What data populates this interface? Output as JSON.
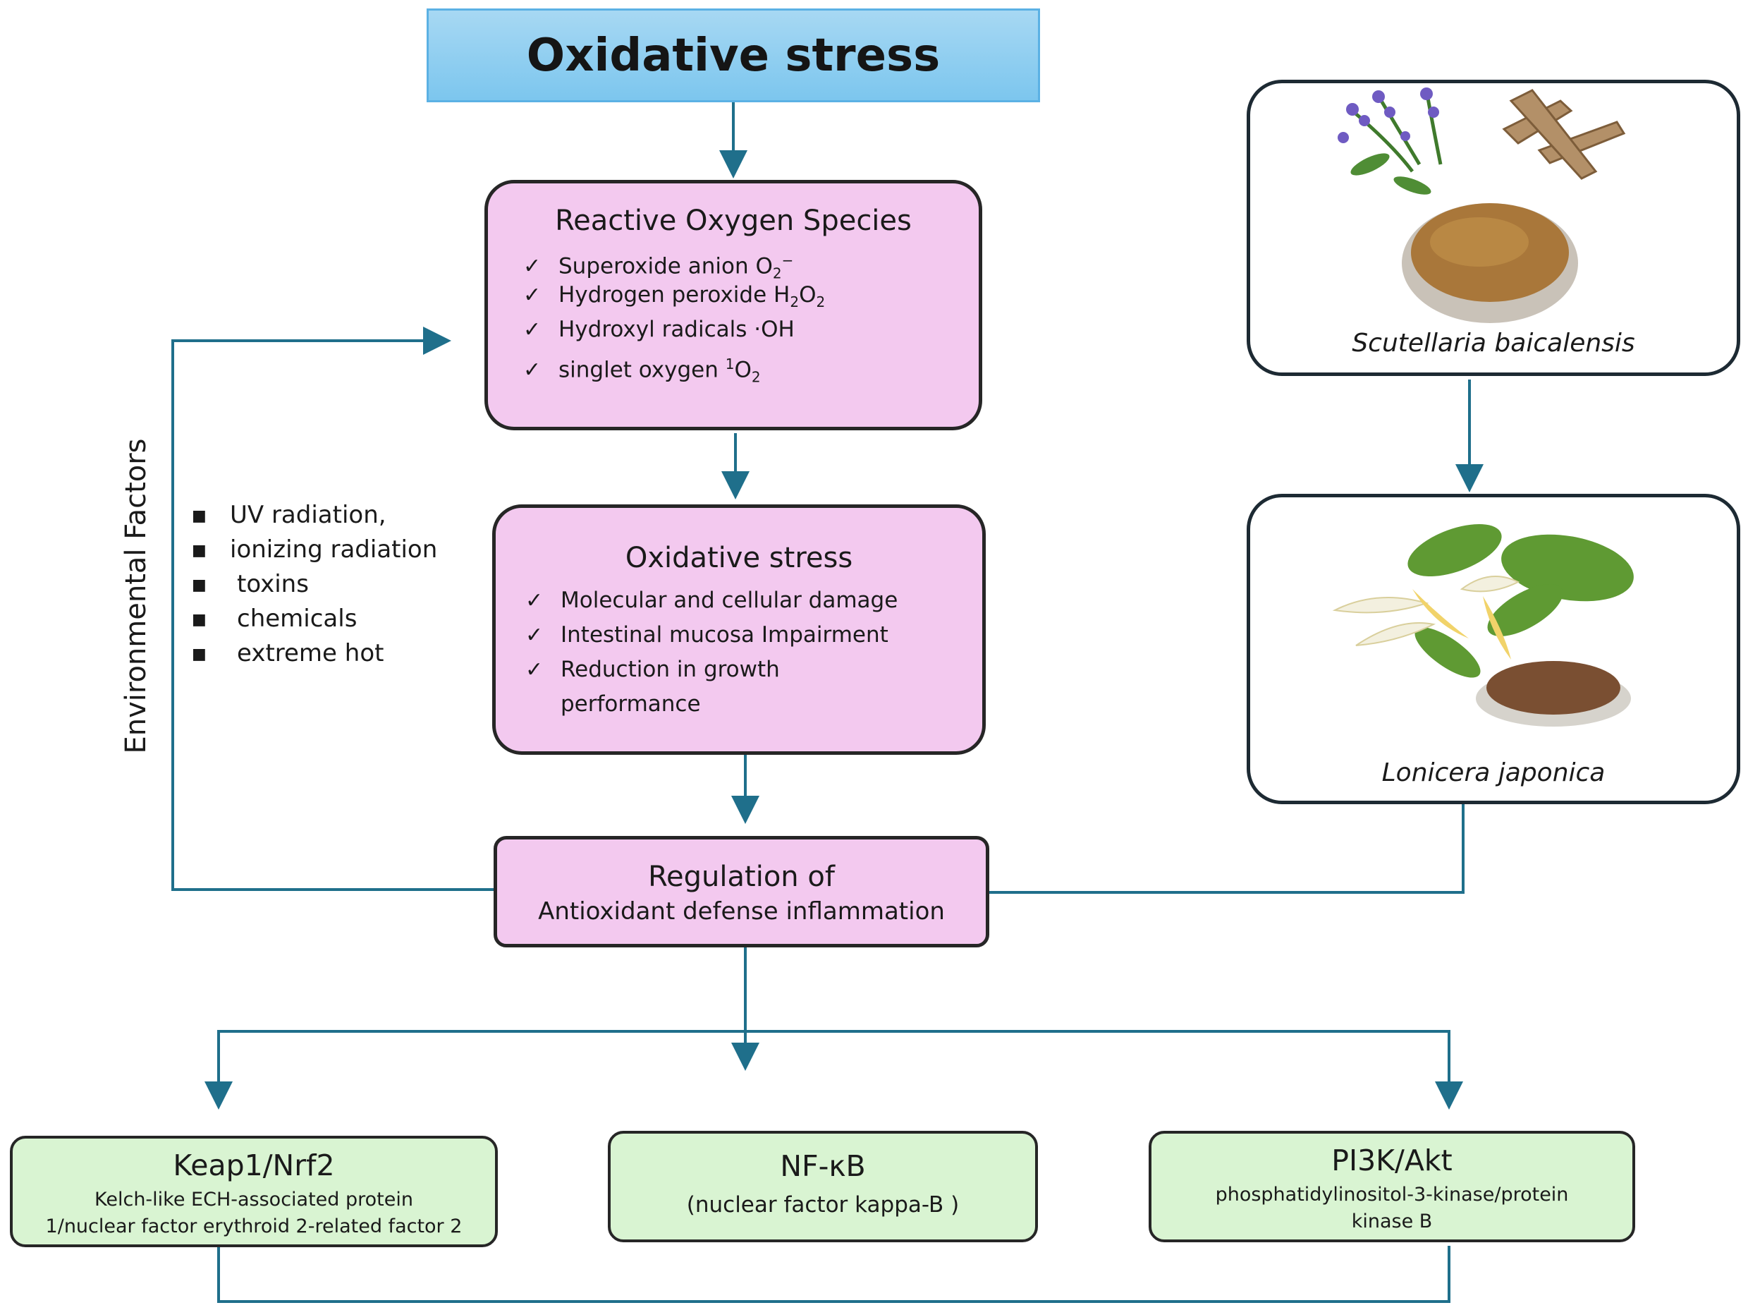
{
  "top": {
    "title": "Oxidative stress"
  },
  "ros": {
    "header": "Reactive Oxygen Species",
    "items": [
      {
        "text": "Superoxide anion O",
        "sub": "2",
        "sup": "−",
        "tail": ""
      },
      {
        "text": "Hydrogen peroxide H",
        "sub": "2",
        "mid": "O",
        "sub2": "2"
      },
      {
        "text": "Hydroxyl radicals ·OH"
      },
      {
        "text": "singlet oxygen ",
        "sup": "1",
        "mid": "O",
        "sub2": "2"
      }
    ]
  },
  "ox": {
    "header": "Oxidative stress",
    "items": [
      "Molecular and cellular damage",
      "Intestinal mucosa Impairment",
      "Reduction in growth",
      "performance"
    ]
  },
  "reg": {
    "line1": "Regulation of",
    "line2": "Antioxidant defense inflammation"
  },
  "env": {
    "label": "Environmental Factors",
    "items": [
      "UV radiation,",
      "ionizing radiation",
      "toxins",
      "chemicals",
      "extreme hot"
    ]
  },
  "plants": {
    "p1": "Scutellaria baicalensis",
    "p2": "Lonicera japonica"
  },
  "pathways": {
    "keap": {
      "title": "Keap1/Nrf2",
      "sub1": "Kelch-like ECH-associated protein",
      "sub2": "1/nuclear factor erythroid 2-related factor 2"
    },
    "nfkb": {
      "title": "NF-κB",
      "sub1": "(nuclear factor kappa-B )"
    },
    "pi3k": {
      "title": "PI3K/Akt",
      "sub1": "phosphatidylinositol-3-kinase/protein",
      "sub2": "kinase B"
    }
  },
  "colors": {
    "arrow": "#1f6f8b",
    "pink": "#f3c9ef",
    "green": "#d9f4d2",
    "blue": "#7cc6ee"
  }
}
